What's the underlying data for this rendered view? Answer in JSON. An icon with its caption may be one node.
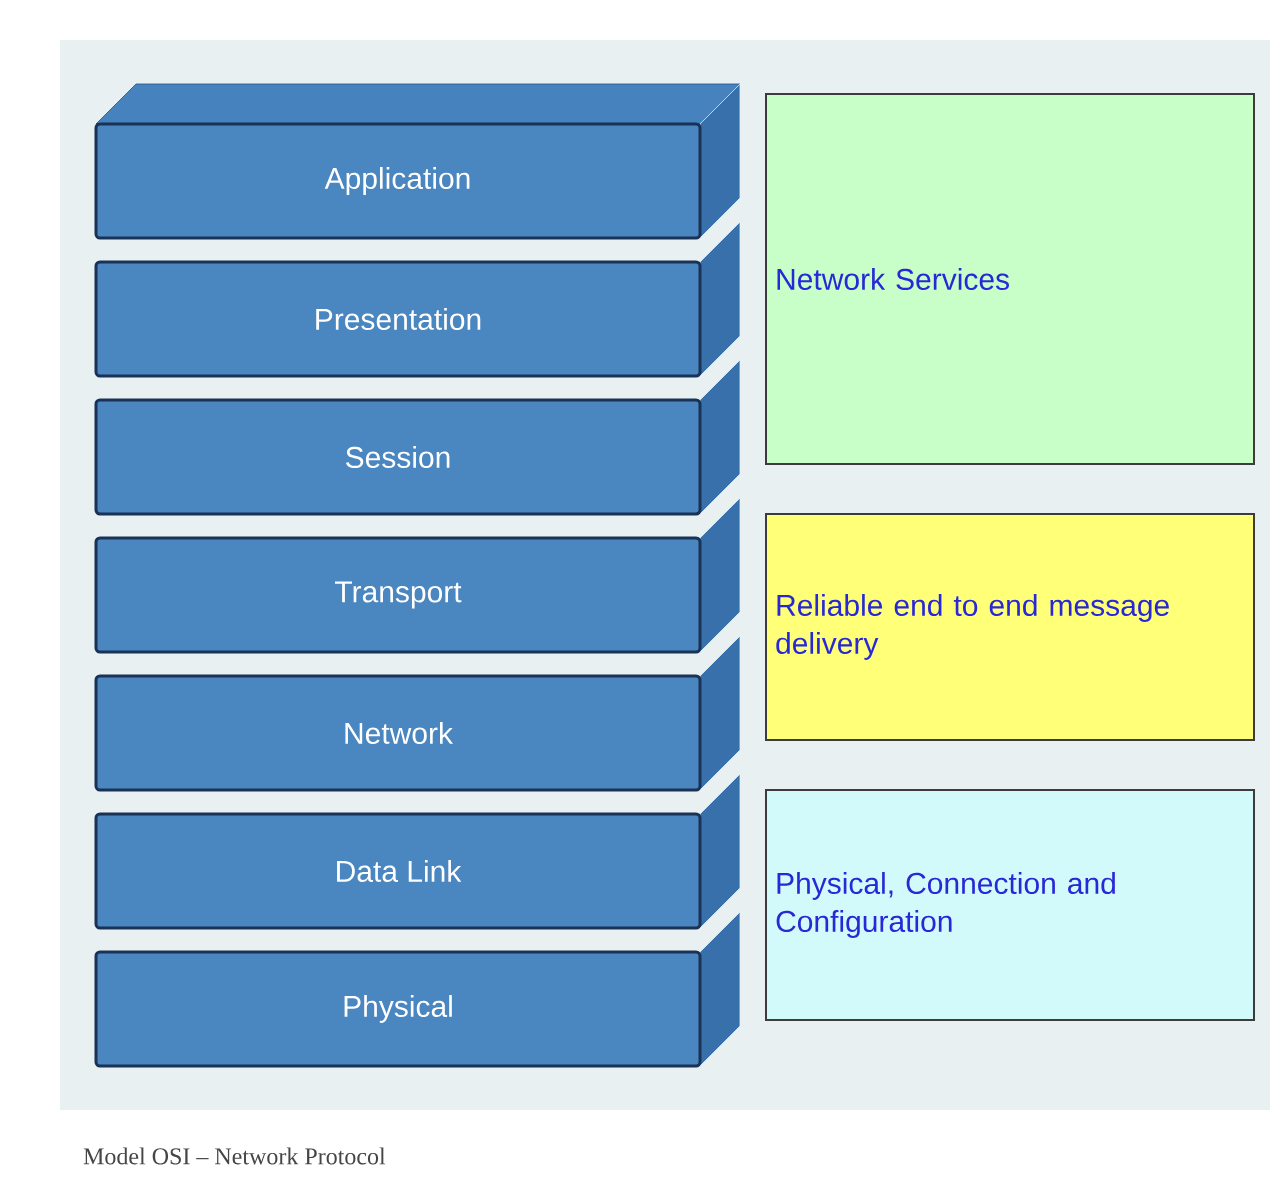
{
  "diagram": {
    "caption": "Model OSI – Network Protocol",
    "nodes": [
      {
        "text": [
          "Application"
        ]
      },
      {
        "text": [
          "Presentation"
        ]
      },
      {
        "text": [
          "Session"
        ]
      },
      {
        "text": [
          "Transport"
        ]
      },
      {
        "text": [
          "Network"
        ]
      },
      {
        "text": [
          "Data Link"
        ]
      },
      {
        "text": [
          "Physical"
        ]
      },
      {
        "text": [
          "Network Services"
        ]
      },
      {
        "text": [
          "Reliable end to end message delivery"
        ]
      },
      {
        "text": [
          "Physical, Connection and Configuration"
        ]
      }
    ]
  }
}
